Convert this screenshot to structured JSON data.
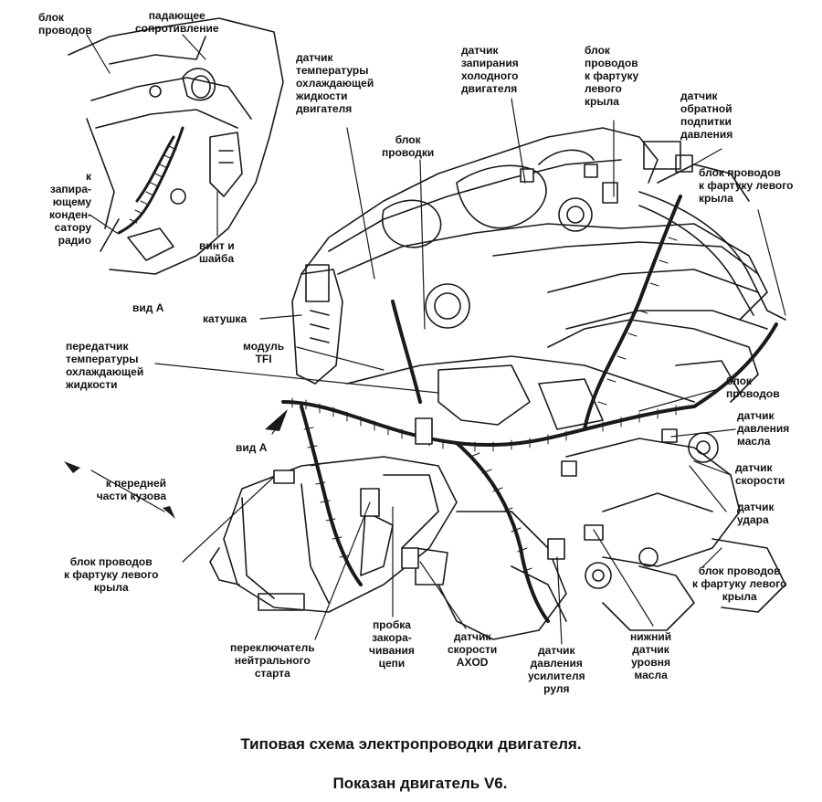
{
  "labels": {
    "wire_block_1": "блок\nпроводов",
    "drop_resistor": "падающее\nсопротивление",
    "coolant_temp_sensor": "датчик\nтемпературы\nохлаждающей\nжидкости\nдвигателя",
    "wiring_block": "блок\nпроводки",
    "cold_engine_lock_sensor": "датчик\nзапирания\nхолодного\nдвигателя",
    "wire_block_left_apron_1": "блок\nпроводов\nк фартуку\nлевого\nкрыла",
    "backpressure_sensor": "датчик\nобратной\nподпитки\nдавления",
    "wire_block_left_apron_2": "блок проводов\nк фартуку левого\nкрыла",
    "radio_capacitor": "к\nзапира-\nющему\nконден-\nсатору\nрадио",
    "screw_washer": "винт и\nшайба",
    "view_a_1": "вид А",
    "coil": "катушка",
    "tfi_module": "модуль\nTFI",
    "coolant_temp_sender": "передатчик\nтемпературы\nохлаждающей\nжидкости",
    "wire_block_2": "блок\nпроводов",
    "oil_pressure_sensor": "датчик\nдавления\nмасла",
    "view_a_2": "вид А",
    "speed_sensor": "датчик\nскорости",
    "to_front_body": "к передней\nчасти кузова",
    "knock_sensor": "датчик\nудара",
    "wire_block_left_apron_3": "блок проводов\nк фартуку левого\nкрыла",
    "wire_block_left_apron_4": "блок проводов\nк фартуку левого\nкрыла",
    "neutral_start_switch": "переключатель\nнейтрального\nстарта",
    "chain_plug": "пробка\nзакора-\nчивания\nцепи",
    "axod_speed_sensor": "датчик\nскорости\nAXOD",
    "power_steering_pressure": "датчик\nдавления\nусилителя\nруля",
    "lower_oil_level_sensor": "нижний\nдатчик\nуровня\nмасла"
  },
  "caption": {
    "line1": "Типовая схема электропроводки двигателя.",
    "line2": "Показан двигатель V6."
  }
}
